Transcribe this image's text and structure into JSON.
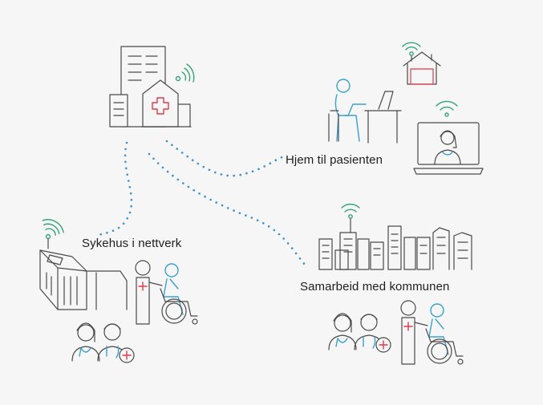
{
  "labels": {
    "home": "Hjem til pasienten",
    "hospital_network": "Sykehus i nettverk",
    "municipality": "Samarbeid med kommunen"
  },
  "colors": {
    "background": "#f6f6f6",
    "line": "#4a4a4a",
    "accent_blue": "#3aa0d0",
    "accent_red": "#e03a4e",
    "signal_green": "#35a37a",
    "connector_dots": "#3a8fc8"
  },
  "icons": [
    "main-hospital-icon",
    "home-house-icon",
    "home-office-person-icon",
    "video-call-monitor-icon",
    "network-hospital-icon",
    "doctor-nurse-icon",
    "patient-wheelchair-icon",
    "city-skyline-icon",
    "municipality-staff-icon",
    "municipality-patient-wheelchair-icon"
  ]
}
